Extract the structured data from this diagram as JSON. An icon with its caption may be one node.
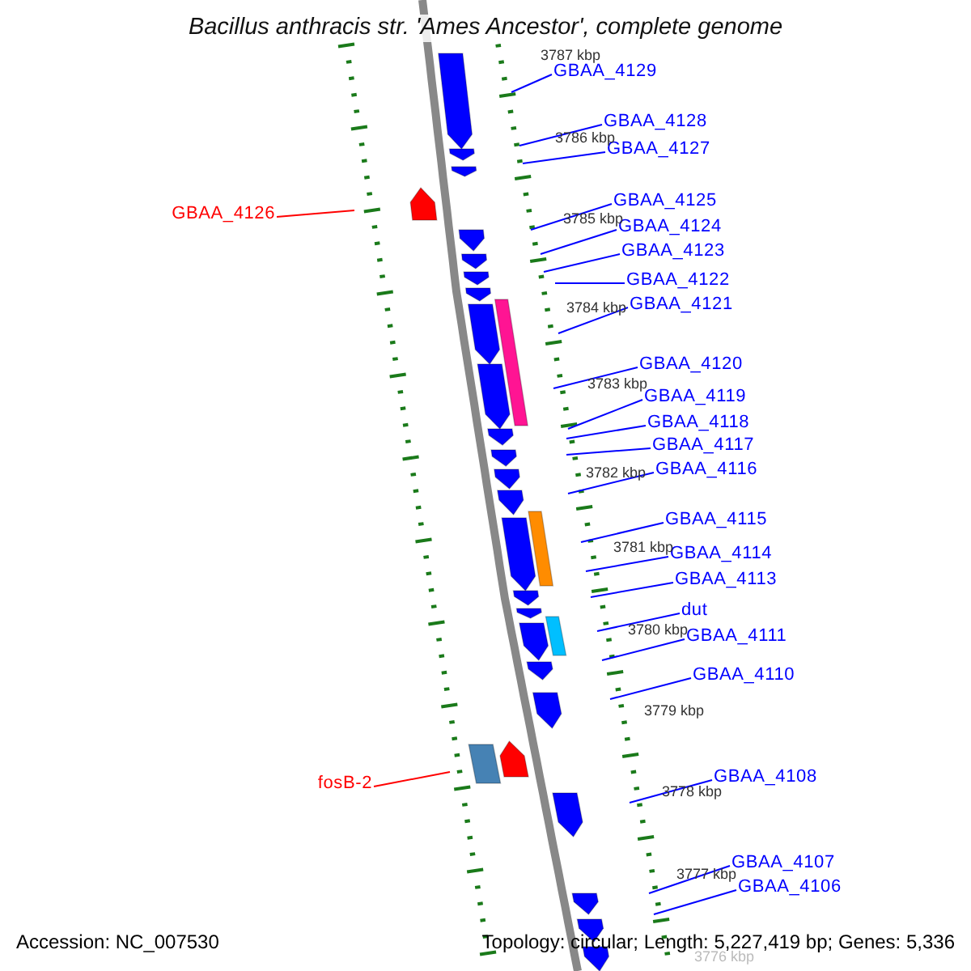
{
  "diagram": {
    "title": "Bacillus anthracis str. 'Ames Ancestor', complete genome",
    "nodes": [
      {
        "text": [
          "GBAA_4129"
        ]
      },
      {
        "text": [
          "GBAA_4128"
        ]
      },
      {
        "text": [
          "GBAA_4127"
        ]
      },
      {
        "text": [
          "GBAA_4125"
        ]
      },
      {
        "text": [
          "GBAA_4126"
        ]
      },
      {
        "text": [
          "GBAA_4124"
        ]
      },
      {
        "text": [
          "GBAA_4123"
        ]
      },
      {
        "text": [
          "GBAA_4122"
        ]
      },
      {
        "text": [
          "GBAA_4121"
        ]
      },
      {
        "text": [
          "GBAA_4120"
        ]
      },
      {
        "text": [
          "GBAA_4119"
        ]
      },
      {
        "text": [
          "GBAA_4118"
        ]
      },
      {
        "text": [
          "GBAA_4117"
        ]
      },
      {
        "text": [
          "GBAA_4116"
        ]
      },
      {
        "text": [
          "GBAA_4115"
        ]
      },
      {
        "text": [
          "GBAA_4114"
        ]
      },
      {
        "text": [
          "GBAA_4113"
        ]
      },
      {
        "text": [
          "dut"
        ]
      },
      {
        "text": [
          "GBAA_4111"
        ]
      },
      {
        "text": [
          "GBAA_4110"
        ]
      },
      {
        "text": [
          "GBAA_4108"
        ]
      },
      {
        "text": [
          "fosB-2"
        ]
      },
      {
        "text": [
          "GBAA_4107"
        ]
      },
      {
        "text": [
          "GBAA_4106"
        ]
      },
      {
        "text": [],
        "shape": "pentagon"
      },
      {
        "text": [],
        "shape": "pentagon"
      },
      {
        "text": [],
        "shape": "pentagon"
      },
      {
        "text": [],
        "shape": "pentagon"
      },
      {
        "text": [],
        "shape": "pentagon"
      },
      {
        "text": [],
        "shape": "pentagon"
      },
      {
        "text": [],
        "shape": "pentagon"
      },
      {
        "text": [],
        "shape": "pentagon"
      },
      {
        "text": [],
        "shape": "bar"
      },
      {
        "text": [],
        "shape": "pentagon"
      },
      {
        "text": [],
        "shape": "pentagon"
      },
      {
        "text": [],
        "shape": "pentagon"
      },
      {
        "text": [],
        "shape": "pentagon"
      },
      {
        "text": [],
        "shape": "pentagon"
      },
      {
        "text": [],
        "shape": "pentagon"
      },
      {
        "text": [],
        "shape": "bar"
      },
      {
        "text": [],
        "shape": "pentagon"
      },
      {
        "text": [],
        "shape": "pentagon"
      },
      {
        "text": [],
        "shape": "pentagon"
      },
      {
        "text": [],
        "shape": "bar"
      },
      {
        "text": [],
        "shape": "pentagon"
      },
      {
        "text": [],
        "shape": "pentagon"
      },
      {
        "text": [],
        "shape": "pentagon"
      },
      {
        "text": [],
        "shape": "pentagon"
      },
      {
        "text": [],
        "shape": "bar"
      },
      {
        "text": [],
        "shape": "pentagon"
      },
      {
        "text": [],
        "shape": "pentagon"
      },
      {
        "text": [],
        "shape": "pentagon"
      },
      {
        "text": [],
        "shape": "pentagon"
      }
    ],
    "edges": [
      {
        "from": 0,
        "to": null,
        "arrow": "none"
      },
      {
        "from": 1,
        "to": null,
        "arrow": "none"
      },
      {
        "from": 2,
        "to": null,
        "arrow": "none"
      },
      {
        "from": 3,
        "to": null,
        "arrow": "none"
      },
      {
        "from": 4,
        "to": null,
        "arrow": "none",
        "color": "#ff0000"
      },
      {
        "from": 5,
        "to": null,
        "arrow": "none"
      },
      {
        "from": 6,
        "to": null,
        "arrow": "none"
      },
      {
        "from": 7,
        "to": null,
        "arrow": "none"
      },
      {
        "from": 8,
        "to": null,
        "arrow": "none"
      },
      {
        "from": 9,
        "to": null,
        "arrow": "none"
      },
      {
        "from": 10,
        "to": null,
        "arrow": "none"
      },
      {
        "from": 11,
        "to": null,
        "arrow": "none"
      },
      {
        "from": 12,
        "to": null,
        "arrow": "none"
      },
      {
        "from": 13,
        "to": null,
        "arrow": "none"
      },
      {
        "from": 14,
        "to": null,
        "arrow": "none"
      },
      {
        "from": 15,
        "to": null,
        "arrow": "none"
      },
      {
        "from": 16,
        "to": null,
        "arrow": "none"
      },
      {
        "from": 17,
        "to": null,
        "arrow": "none"
      },
      {
        "from": 18,
        "to": null,
        "arrow": "none"
      },
      {
        "from": 19,
        "to": null,
        "arrow": "none"
      },
      {
        "from": 20,
        "to": null,
        "arrow": "none"
      },
      {
        "from": 21,
        "to": null,
        "arrow": "none",
        "color": "#ff0000"
      },
      {
        "from": 22,
        "to": null,
        "arrow": "none"
      },
      {
        "from": 23,
        "to": null,
        "arrow": "none"
      }
    ],
    "labels": [
      "3787 kbp",
      "3786 kbp",
      "3785 kbp",
      "3784 kbp",
      "3783 kbp",
      "3782 kbp",
      "3781 kbp",
      "3780 kbp",
      "3779 kbp",
      "3778 kbp",
      "3777 kbp",
      "Accession: NC_007530",
      "Topology: circular; Length: 5,227,419 bp; Genes: 5,336",
      "3776 kbp"
    ]
  }
}
